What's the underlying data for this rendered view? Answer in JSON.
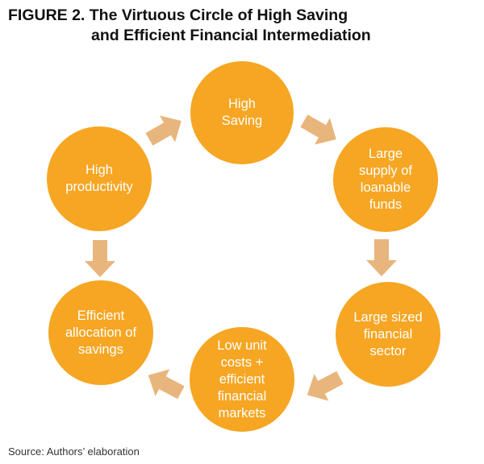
{
  "figure": {
    "title_line1": "FIGURE 2. The Virtuous Circle of High Saving",
    "title_line2": "and Efficient Financial Intermediation",
    "source": "Source: Authors’ elaboration"
  },
  "nodes": [
    {
      "id": "high-saving",
      "label": "High\nSaving"
    },
    {
      "id": "large-supply-of-loanable-funds",
      "label": "Large\nsupply of\nloanable\nfunds"
    },
    {
      "id": "large-sized-financial-sector",
      "label": "Large sized\nfinancial\nsector"
    },
    {
      "id": "low-unit-costs",
      "label": "Low unit\ncosts +\nefficient\nfinancial\nmarkets"
    },
    {
      "id": "efficient-allocation-of-savings",
      "label": "Efficient\nallocation of\nsavings"
    },
    {
      "id": "high-productivity",
      "label": "High\nproductivity"
    }
  ],
  "colors": {
    "node_fill": "#f6a623",
    "node_text": "#ffffff",
    "arrow_fill": "#e8b57c"
  }
}
